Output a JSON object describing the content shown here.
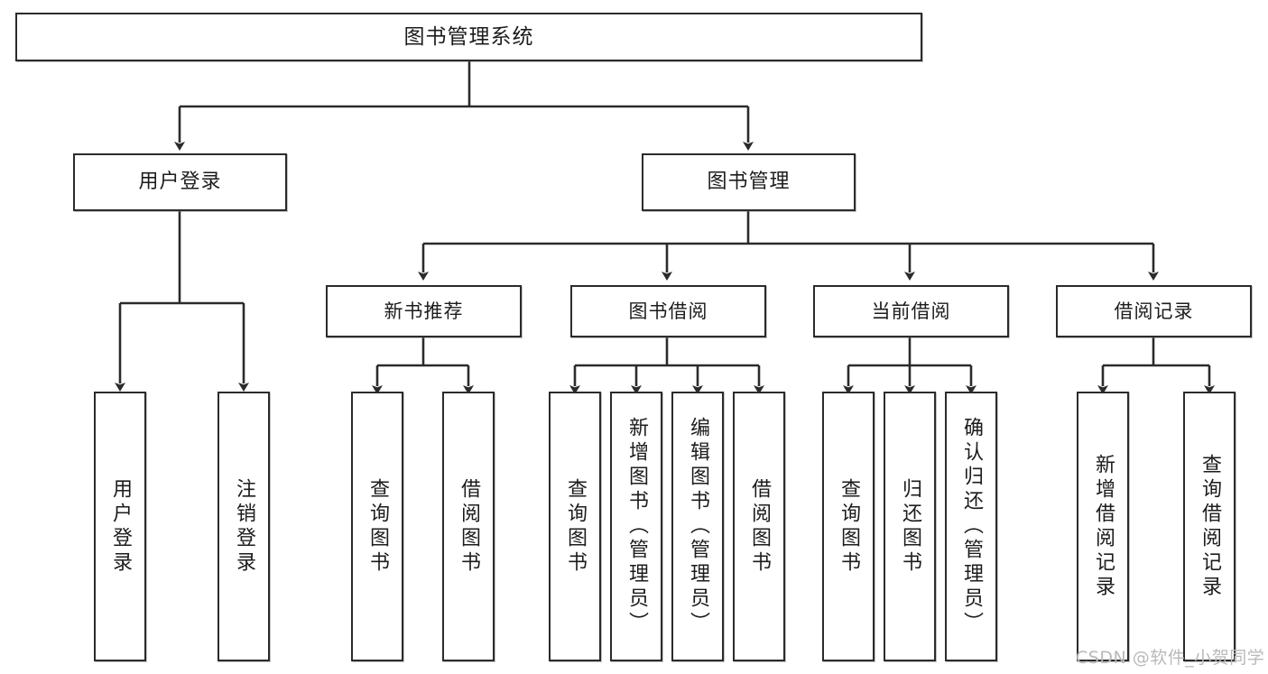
{
  "diagram": {
    "title": "图书管理系统",
    "type": "tree-hierarchy",
    "root": {
      "label": "图书管理系统"
    },
    "level1": [
      {
        "label": "用户登录"
      },
      {
        "label": "图书管理"
      }
    ],
    "level2": [
      {
        "label": "新书推荐"
      },
      {
        "label": "图书借阅"
      },
      {
        "label": "当前借阅"
      },
      {
        "label": "借阅记录"
      }
    ],
    "leaves": {
      "user_login": [
        {
          "label": "用户登录"
        },
        {
          "label": "注销登录"
        }
      ],
      "new_book_recommend": [
        {
          "label": "查询图书"
        },
        {
          "label": "借阅图书"
        }
      ],
      "book_borrow": [
        {
          "label": "查询图书"
        },
        {
          "label": "新增图书（管理员）"
        },
        {
          "label": "编辑图书（管理员）"
        },
        {
          "label": "借阅图书"
        }
      ],
      "current_borrow": [
        {
          "label": "查询图书"
        },
        {
          "label": "归还图书"
        },
        {
          "label": "确认归还（管理员）"
        }
      ],
      "borrow_record": [
        {
          "label": "新增借阅记录"
        },
        {
          "label": "查询借阅记录"
        }
      ]
    }
  },
  "watermark": {
    "text": "CSDN @软件_小贺同学"
  },
  "colors": {
    "border": "#2b2b2b",
    "background": "#ffffff",
    "text": "#1c1c1c",
    "watermark": "#b9b9b9"
  }
}
